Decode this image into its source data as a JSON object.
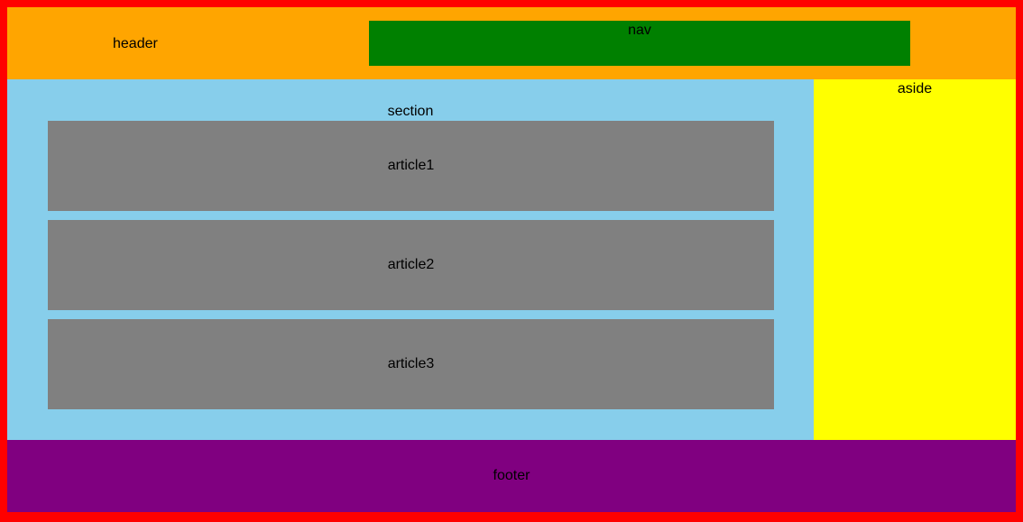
{
  "header": {
    "label": "header"
  },
  "nav": {
    "label": "nav"
  },
  "section": {
    "label": "section",
    "articles": [
      {
        "label": "article1"
      },
      {
        "label": "article2"
      },
      {
        "label": "article3"
      }
    ]
  },
  "aside": {
    "label": "aside"
  },
  "footer": {
    "label": "footer"
  },
  "colors": {
    "border": "#ff0000",
    "header": "#ffa500",
    "nav": "#008000",
    "section": "#87ceeb",
    "article": "#808080",
    "aside": "#ffff00",
    "footer": "#800080"
  }
}
